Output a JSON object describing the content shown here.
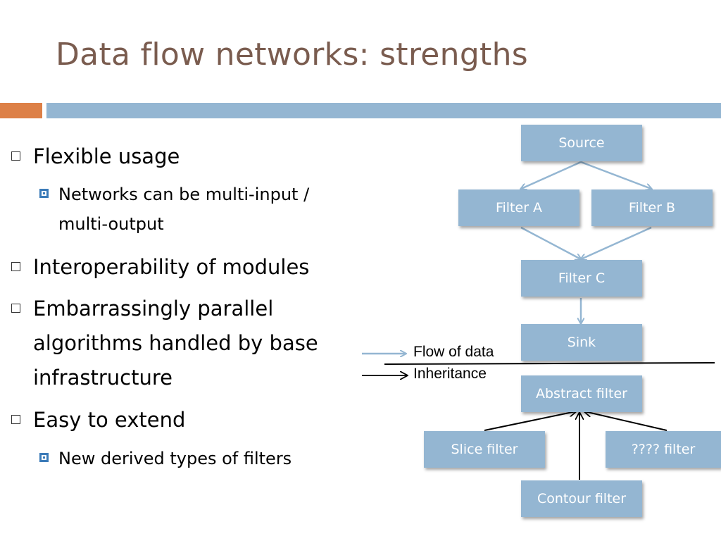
{
  "slide": {
    "title": "Data flow networks: strengths"
  },
  "bullets": {
    "flexible": "Flexible usage",
    "networks_line1": "Networks can be multi-input /",
    "networks_line2": "multi-output",
    "interop": "Interoperability of modules",
    "embarrassingly_line1": "Embarrassingly parallel",
    "embarrassingly_line2": "algorithms handled by base",
    "embarrassingly_line3": "infrastructure",
    "extend": "Easy to extend",
    "derived": "New derived types of filters"
  },
  "diagram": {
    "source": "Source",
    "filter_a": "Filter A",
    "filter_b": "Filter B",
    "filter_c": "Filter C",
    "sink": "Sink",
    "abstract_filter": "Abstract filter",
    "slice_filter": "Slice filter",
    "unknown_filter": "???? filter",
    "contour_filter": "Contour filter"
  },
  "legend": {
    "flow_of_data": "Flow of data",
    "inheritance": "Inheritance"
  },
  "colors": {
    "title": "#7a5c4f",
    "accent_orange": "#dd8047",
    "accent_blue": "#94b6d2",
    "bullet_blue": "#3b7bb8"
  }
}
